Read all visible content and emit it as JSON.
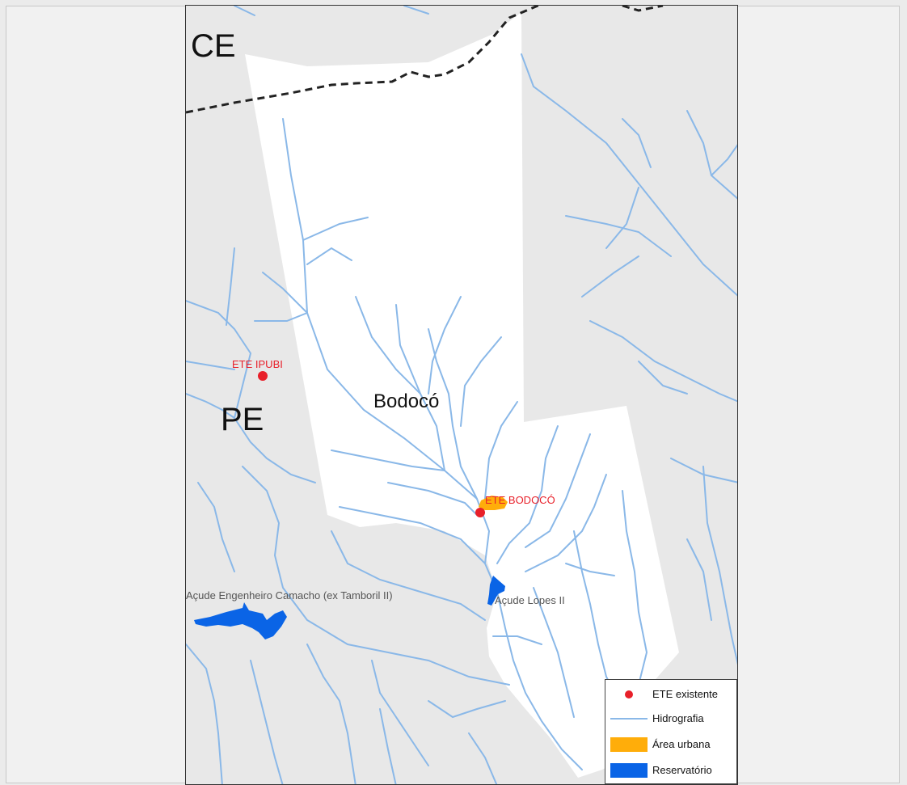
{
  "map": {
    "state_labels": [
      "CE",
      "PE"
    ],
    "municipality_label": "Bodocó",
    "ete_labels": [
      "ETE IPUBI",
      "ETE BODOCÓ"
    ],
    "reservoir_labels": [
      "Açude Engenheiro Camacho (ex Tamboril II)",
      "Açude Lopes II"
    ]
  },
  "legend": {
    "items": [
      {
        "label": "ETE existente",
        "symbol": "red-dot"
      },
      {
        "label": "Hidrografia",
        "symbol": "blue-line"
      },
      {
        "label": "Área urbana",
        "symbol": "orange-fill"
      },
      {
        "label": "Reservatório",
        "symbol": "blue-fill"
      }
    ]
  },
  "colors": {
    "ete": "#e8202a",
    "river": "#8ab8e8",
    "urban": "#ffad0a",
    "reservoir": "#0a64e6",
    "municipality_fill": "#ffffff",
    "surrounding": "#e8e8e8"
  }
}
